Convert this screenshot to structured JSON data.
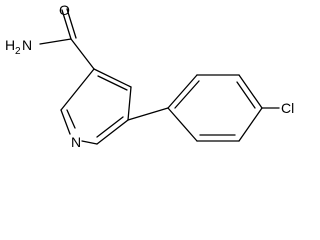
{
  "molecule": {
    "atoms": {
      "carbonyl_oxygen": "O",
      "amide_nitrogen": "N",
      "amide_hydrogen": "H",
      "amide_hydrogen_count": "2",
      "pyridine_nitrogen": "N",
      "chlorine": "Cl"
    },
    "colors": {
      "bond": "#000000",
      "label": "#000000",
      "background": "#ffffff"
    }
  }
}
